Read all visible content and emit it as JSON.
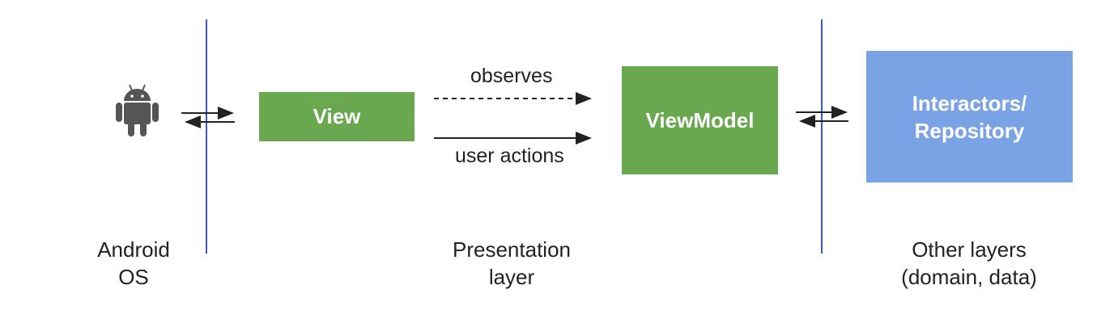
{
  "colors": {
    "green": "#6aa84f",
    "blue": "#7aa3e5",
    "divider": "#3a5bbd",
    "arrow": "#222222",
    "android": "#555555"
  },
  "icons": {
    "os": "android-icon"
  },
  "nodes": {
    "view": "View",
    "viewmodel": "ViewModel",
    "repository": "Interactors/\nRepository"
  },
  "edges": {
    "observes": "observes",
    "user_actions": "user actions"
  },
  "sections": {
    "android_os": "Android\nOS",
    "presentation": "Presentation\nlayer",
    "other": "Other layers\n(domain, data)"
  }
}
